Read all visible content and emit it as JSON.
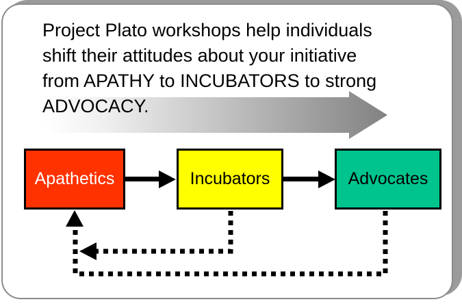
{
  "intro": {
    "lines": [
      "Project Plato workshops help individuals",
      "shift their attitudes about your initiative",
      "from APATHY to INCUBATORS to strong",
      "ADVOCACY."
    ]
  },
  "flow": {
    "boxes": [
      {
        "label": "Apathetics",
        "fill": "#FF3200",
        "text_color": "#FFFFFF"
      },
      {
        "label": "Incubators",
        "fill": "#FFFF00",
        "text_color": "#000000"
      },
      {
        "label": "Advocates",
        "fill": "#00C48E",
        "text_color": "#000000"
      }
    ],
    "forward_arrows": 2,
    "feedback_paths": [
      "Incubators returns to Apathetics (dotted)",
      "Advocates returns to Apathetics (dotted)"
    ]
  },
  "colors": {
    "frame_border": "#8a8a8a",
    "frame_shadow": "#9b9b9b",
    "gradient_arrow_start": "#ffffff",
    "gradient_arrow_end": "#828282",
    "line_color": "#000000"
  }
}
